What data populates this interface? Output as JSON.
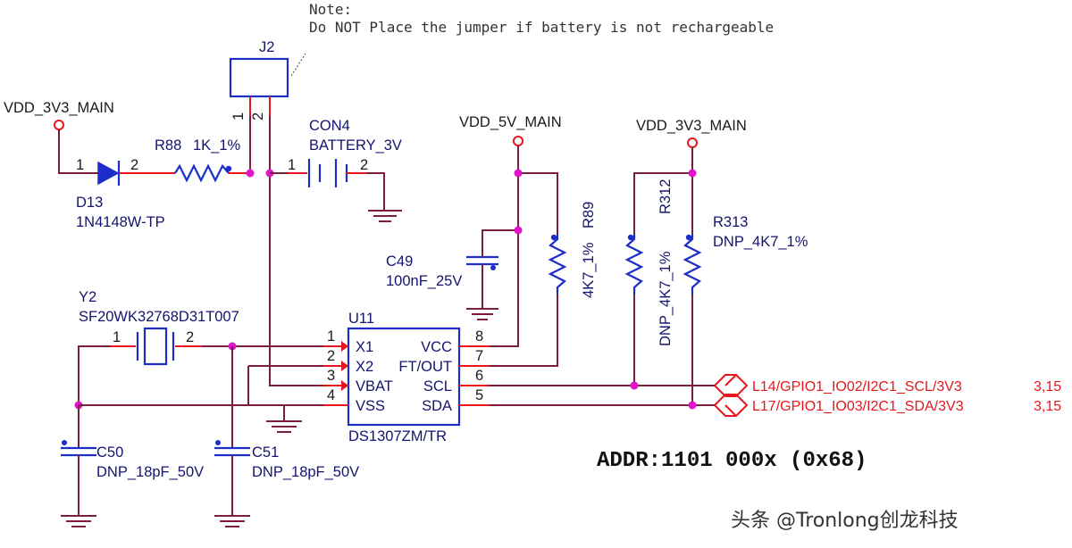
{
  "note": {
    "title": "Note:",
    "text": "Do NOT Place the jumper if battery is not rechargeable"
  },
  "power_labels": {
    "vdd_3v3_left": "VDD_3V3_MAIN",
    "vdd_5v": "VDD_5V_MAIN",
    "vdd_3v3_right": "VDD_3V3_MAIN"
  },
  "components": {
    "j2": {
      "ref": "J2",
      "pin1": "1",
      "pin2": "2"
    },
    "d13": {
      "ref": "D13",
      "value": "1N4148W-TP",
      "pin1": "1",
      "pin2": "2"
    },
    "r88": {
      "ref": "R88",
      "value": "1K_1%"
    },
    "con4": {
      "ref": "CON4",
      "value": "BATTERY_3V",
      "pin1": "1",
      "pin2": "2"
    },
    "c49": {
      "ref": "C49",
      "value": "100nF_25V"
    },
    "r89": {
      "ref": "R89",
      "value": "4K7_1%"
    },
    "r312": {
      "ref": "R312",
      "value": "DNP_4K7_1%"
    },
    "r313": {
      "ref": "R313",
      "value": "DNP_4K7_1%"
    },
    "y2": {
      "ref": "Y2",
      "value": "SF20WK32768D31T007",
      "pin1": "1",
      "pin2": "2"
    },
    "c50": {
      "ref": "C50",
      "value": "DNP_18pF_50V"
    },
    "c51": {
      "ref": "C51",
      "value": "DNP_18pF_50V"
    },
    "u11": {
      "ref": "U11",
      "part": "DS1307ZM/TR",
      "left_pins": [
        {
          "num": "1",
          "name": "X1"
        },
        {
          "num": "2",
          "name": "X2"
        },
        {
          "num": "3",
          "name": "VBAT"
        },
        {
          "num": "4",
          "name": "VSS"
        }
      ],
      "right_pins": [
        {
          "num": "8",
          "name": "VCC"
        },
        {
          "num": "7",
          "name": "FT/OUT"
        },
        {
          "num": "6",
          "name": "SCL"
        },
        {
          "num": "5",
          "name": "SDA"
        }
      ]
    }
  },
  "nets": {
    "scl": {
      "label": "L14/GPIO1_IO02/I2C1_SCL/3V3",
      "ref": "3,15"
    },
    "sda": {
      "label": "L17/GPIO1_IO03/I2C1_SDA/3V3",
      "ref": "3,15"
    }
  },
  "address": "ADDR:1101 000x (0x68)",
  "watermark": "头条 @Tronlong创龙科技",
  "colors": {
    "wire": "#7a1e3c",
    "pin": "#e8161c",
    "component": "#1d2ec8",
    "junction": "#e014c8",
    "net_label": "#e8161c"
  }
}
